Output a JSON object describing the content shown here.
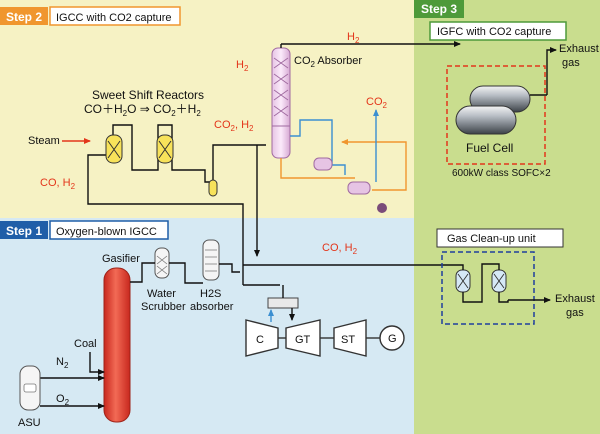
{
  "steps": {
    "step2": {
      "tag": "Step 2",
      "title": "IGCC with CO2 capture"
    },
    "step1": {
      "tag": "Step 1",
      "title": "Oxygen-blown IGCC"
    },
    "step3": {
      "tag": "Step 3",
      "title": "IGFC with CO2 capture"
    }
  },
  "labels": {
    "sweet_shift_title": "Sweet Shift Reactors",
    "reaction_left": "CO＋H",
    "reaction_left_sub": "2",
    "reaction_left_tail": "O ⇒ CO",
    "reaction_right_sub": "2",
    "reaction_right_tail": "＋H",
    "reaction_right_sub2": "2",
    "steam": "Steam",
    "co_h2": "CO, H",
    "co_h2_sub": "2",
    "co2_h2": "CO",
    "co2_h2_sub": "2",
    "co2_h2_tail": ", H",
    "co2_h2_sub2": "2",
    "h2_top": "H",
    "h2_top_sub": "2",
    "h2_left": "H",
    "h2_left_sub": "2",
    "co2_absorber": "CO",
    "co2_absorber_sub": "2",
    "co2_absorber_tail": " Absorber",
    "co2_out": "CO",
    "co2_out_sub": "2",
    "gasifier": "Gasifier",
    "water_scrubber_1": "Water",
    "water_scrubber_2": "Scrubber",
    "h2s_absorber_1": "H2S",
    "h2s_absorber_2": "absorber",
    "coal": "Coal",
    "n2": "N",
    "n2_sub": "2",
    "o2": "O",
    "o2_sub": "2",
    "asu": "ASU",
    "co_h2_mid": "CO, H",
    "co_h2_mid_sub": "2",
    "gas_cleanup": "Gas Clean-up unit",
    "fuel_cell": "Fuel Cell",
    "sofc": "600kW class SOFC×2",
    "exhaust_gas_top_1": "Exhaust",
    "exhaust_gas_top_2": "gas",
    "exhaust_gas_bottom_1": "Exhaust",
    "exhaust_gas_bottom_2": "gas",
    "turbine_c": "C",
    "turbine_gt": "GT",
    "turbine_st": "ST",
    "turbine_g": "G"
  },
  "colors": {
    "step2_bg": "#f6f2c4",
    "step1_bg": "#d6e9f3",
    "step3_bg": "#c9dd8e",
    "step2_accent": "#f0962e",
    "step1_accent": "#1f5ea8",
    "step3_accent": "#4e9a3a",
    "red_text": "#e3361b",
    "gasifier": "#e84a3c"
  }
}
